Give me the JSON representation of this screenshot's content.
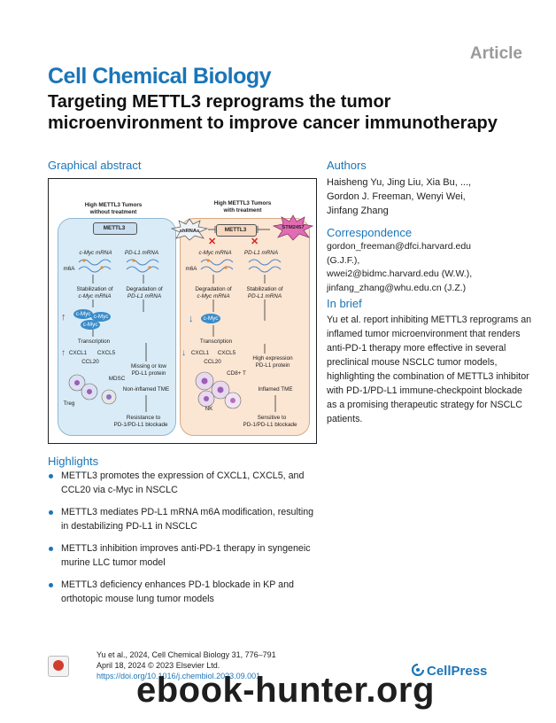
{
  "header": {
    "article_tag": "Article",
    "journal": "Cell Chemical Biology",
    "title": "Targeting METTL3 reprograms the tumor microenvironment to improve cancer immunotherapy"
  },
  "graphical_abstract": {
    "heading": "Graphical abstract",
    "left_title_1": "High METTL3 Tumors",
    "left_title_2": "without treatment",
    "right_title_1": "High METTL3 Tumors",
    "right_title_2": "with treatment",
    "mettl3": "METTL3",
    "shrnas": "shRNAs",
    "stm": "STM2457",
    "cmyc_mrna": "c-Myc mRNA",
    "pdl1_mrna": "PD-L1 mRNA",
    "m6a": "m6A",
    "stab_cmyc_1": "Stabilization of",
    "stab_cmyc_2": "c-Myc mRNA",
    "degr_pdl1_1": "Degradation of",
    "degr_pdl1_2": "PD-L1 mRNA",
    "cmyc": "c-Myc",
    "transcription": "Transcription",
    "cxcl1": "CXCL1",
    "cxcl5": "CXCL5",
    "ccl20": "CCL20",
    "missing_1": "Missing or low",
    "missing_2": "PD-L1 protein",
    "mdsc": "MDSC",
    "treg": "Treg",
    "non_inflamed": "Non-inflamed TME",
    "resistance_1": "Resistance to",
    "resistance_2": "PD-1/PD-L1 blockade",
    "degr_cmyc_1": "Degradation of",
    "degr_cmyc_2": "c-Myc mRNA",
    "stab_pdl1_1": "Stabilization of",
    "stab_pdl1_2": "PD-L1 mRNA",
    "high_expr_1": "High expression",
    "high_expr_2": "PD-L1 protein",
    "cd8": "CD8+ T",
    "nk": "NK",
    "inflamed": "Inflamed TME",
    "sensitive_1": "Sensitive to",
    "sensitive_2": "PD-1/PD-L1 blockade"
  },
  "authors": {
    "heading": "Authors",
    "lines": [
      "Haisheng Yu, Jing Liu, Xia Bu, ...,",
      "Gordon J. Freeman, Wenyi Wei,",
      "Jinfang Zhang"
    ]
  },
  "correspondence": {
    "heading": "Correspondence",
    "lines": [
      "gordon_freeman@dfci.harvard.edu",
      "(G.J.F.),",
      "wwei2@bidmc.harvard.edu (W.W.),",
      "jinfang_zhang@whu.edu.cn (J.Z.)"
    ]
  },
  "in_brief": {
    "heading": "In brief",
    "text": "Yu et al. report inhibiting METTL3 reprograms an inflamed tumor microenvironment that renders anti-PD-1 therapy more effective in several preclinical mouse NSCLC tumor models, highlighting the combination of METTL3 inhibitor with PD-1/PD-L1 immune-checkpoint blockade as a promising therapeutic strategy for NSCLC patients."
  },
  "highlights": {
    "heading": "Highlights",
    "items": [
      "METTL3 promotes the expression of CXCL1, CXCL5, and CCL20 via c-Myc in NSCLC",
      "METTL3 mediates PD-L1 mRNA m6A modification, resulting in destabilizing PD-L1 in NSCLC",
      "METTL3 inhibition improves anti-PD-1 therapy in syngeneic murine LLC tumor model",
      "METTL3 deficiency enhances PD-1 blockade in KP and orthotopic mouse lung tumor models"
    ]
  },
  "citation": {
    "line1": "Yu et al., 2024, Cell Chemical Biology 31, 776–791",
    "line2": "April 18, 2024 © 2023 Elsevier Ltd.",
    "doi": "https://doi.org/10.1016/j.chembiol.2023.09.001"
  },
  "footer": {
    "publisher": "CellPress",
    "watermark": "ebook-hunter.org"
  },
  "colors": {
    "accent": "#1a75b8",
    "left_panel": "#d9ebf6",
    "right_panel": "#fbe5d3",
    "stm_pink": "#e26bb4"
  }
}
